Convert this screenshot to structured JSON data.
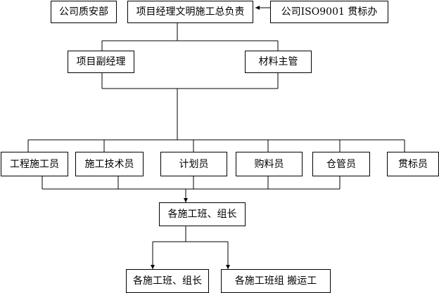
{
  "diagram": {
    "top_left": "公司质安部",
    "top_center": "项目经理文明施工总负责",
    "top_right": "公司ISO9001 贯标办",
    "deputy": "项目副经理",
    "materials": "材料主管",
    "staff": [
      "工程施工员",
      "施工技术员",
      "计划员",
      "购料员",
      "仓管员",
      "贯标员"
    ],
    "team_leads": "各施工班、组长",
    "bottom_left": "各施工班、组长",
    "bottom_right": "各施工班组 搬运工"
  }
}
